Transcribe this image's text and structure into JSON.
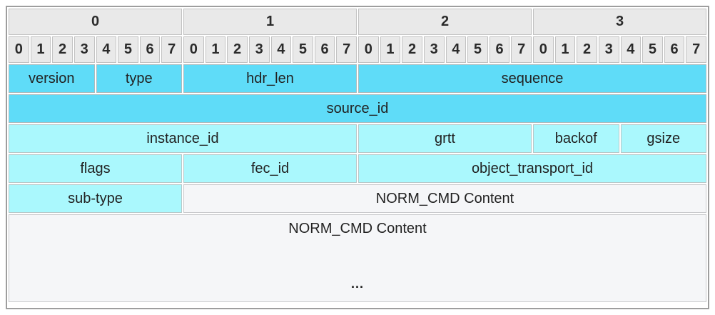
{
  "colors": {
    "field_primary": "#5FDCF8",
    "field_secondary": "#AAF8FD",
    "header_bg": "#E9E9E9",
    "content_bg": "#F5F6F8",
    "frame_border": "#9E9E9E",
    "text": "#222222"
  },
  "header": {
    "byte_labels": [
      "0",
      "1",
      "2",
      "3"
    ],
    "bit_labels": [
      "0",
      "1",
      "2",
      "3",
      "4",
      "5",
      "6",
      "7"
    ]
  },
  "rows": [
    {
      "name": "word-0",
      "cells": [
        {
          "label": "version",
          "bits": 4,
          "color": "primary"
        },
        {
          "label": "type",
          "bits": 4,
          "color": "primary"
        },
        {
          "label": "hdr_len",
          "bits": 8,
          "color": "primary"
        },
        {
          "label": "sequence",
          "bits": 16,
          "color": "primary"
        }
      ]
    },
    {
      "name": "word-1",
      "cells": [
        {
          "label": "source_id",
          "bits": 32,
          "color": "primary"
        }
      ]
    },
    {
      "name": "word-2",
      "cells": [
        {
          "label": "instance_id",
          "bits": 16,
          "color": "secondary"
        },
        {
          "label": "grtt",
          "bits": 8,
          "color": "secondary"
        },
        {
          "label": "backof",
          "bits": 4,
          "color": "secondary"
        },
        {
          "label": "gsize",
          "bits": 4,
          "color": "secondary"
        }
      ]
    },
    {
      "name": "word-3",
      "cells": [
        {
          "label": "flags",
          "bits": 8,
          "color": "secondary"
        },
        {
          "label": "fec_id",
          "bits": 8,
          "color": "secondary"
        },
        {
          "label": "object_transport_id",
          "bits": 16,
          "color": "secondary"
        }
      ]
    },
    {
      "name": "word-4",
      "cells": [
        {
          "label": "sub-type",
          "bits": 8,
          "color": "secondary"
        },
        {
          "label": "NORM_CMD Content",
          "bits": 24,
          "color": "content"
        }
      ]
    },
    {
      "name": "payload",
      "tall": true,
      "cells": [
        {
          "label": "NORM_CMD Content",
          "ellipsis": "...",
          "bits": 32,
          "color": "content"
        }
      ]
    }
  ]
}
